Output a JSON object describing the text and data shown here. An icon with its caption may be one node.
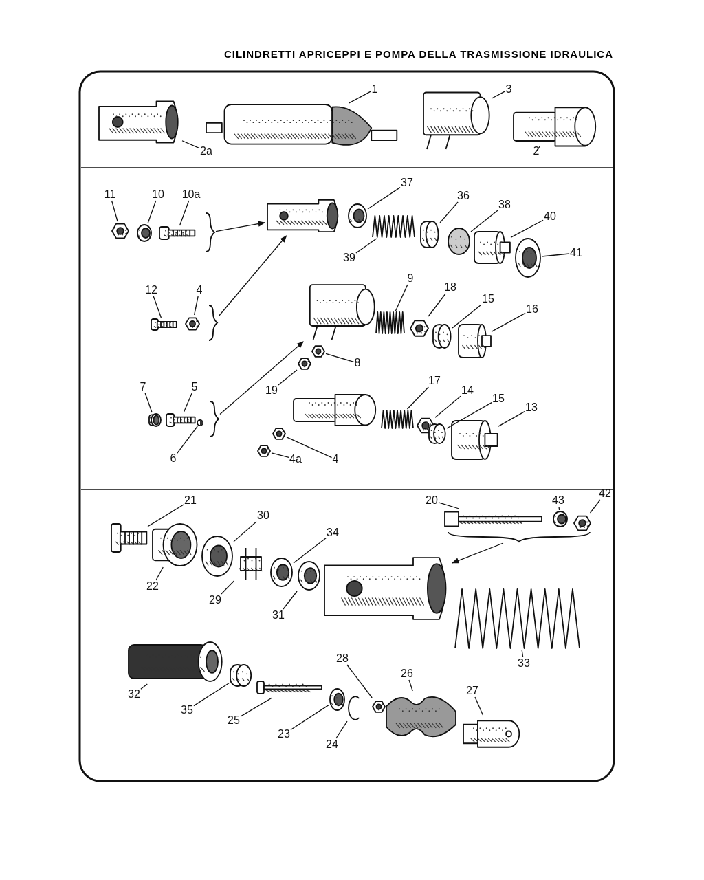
{
  "diagram": {
    "title": "CILINDRETTI APRICEPPI E POMPA DELLA TRASMISSIONE IDRAULICA",
    "nodes": [
      {
        "text": [
          "1"
        ]
      },
      {
        "text": [],
        "shape": "picture"
      },
      {
        "text": [
          "3"
        ]
      },
      {
        "text": [],
        "shape": "picture"
      },
      {
        "text": [
          "2a"
        ]
      },
      {
        "text": [],
        "shape": "picture"
      },
      {
        "text": [
          "2"
        ]
      },
      {
        "text": [],
        "shape": "picture"
      },
      {
        "text": [
          "11"
        ]
      },
      {
        "text": [],
        "shape": "picture"
      },
      {
        "text": [
          "10"
        ]
      },
      {
        "text": [],
        "shape": "picture"
      },
      {
        "text": [
          "10a"
        ]
      },
      {
        "text": [],
        "shape": "picture"
      },
      {
        "text": [],
        "shape": "bracket"
      },
      {
        "text": [],
        "shape": "picture"
      },
      {
        "text": [
          "37"
        ]
      },
      {
        "text": [],
        "shape": "picture"
      },
      {
        "text": [
          "36"
        ]
      },
      {
        "text": [],
        "shape": "picture"
      },
      {
        "text": [
          "38"
        ]
      },
      {
        "text": [],
        "shape": "picture"
      },
      {
        "text": [
          "40"
        ]
      },
      {
        "text": [],
        "shape": "picture"
      },
      {
        "text": [
          "41"
        ]
      },
      {
        "text": [],
        "shape": "picture"
      },
      {
        "text": [
          "39"
        ]
      },
      {
        "text": [],
        "shape": "picture"
      },
      {
        "text": [
          "12"
        ]
      },
      {
        "text": [],
        "shape": "picture"
      },
      {
        "text": [
          "4"
        ]
      },
      {
        "text": [],
        "shape": "picture"
      },
      {
        "text": [],
        "shape": "bracket"
      },
      {
        "text": [],
        "shape": "picture"
      },
      {
        "text": [
          "9"
        ]
      },
      {
        "text": [],
        "shape": "picture"
      },
      {
        "text": [
          "18"
        ]
      },
      {
        "text": [],
        "shape": "picture"
      },
      {
        "text": [
          "15"
        ]
      },
      {
        "text": [],
        "shape": "picture"
      },
      {
        "text": [
          "16"
        ]
      },
      {
        "text": [],
        "shape": "picture"
      },
      {
        "text": [
          "8"
        ]
      },
      {
        "text": [],
        "shape": "picture"
      },
      {
        "text": [
          "19"
        ]
      },
      {
        "text": [],
        "shape": "picture"
      },
      {
        "text": [
          "7"
        ]
      },
      {
        "text": [],
        "shape": "picture"
      },
      {
        "text": [
          "5"
        ]
      },
      {
        "text": [],
        "shape": "picture"
      },
      {
        "text": [
          "6"
        ]
      },
      {
        "text": [],
        "shape": "picture"
      },
      {
        "text": [],
        "shape": "bracket"
      },
      {
        "text": [],
        "shape": "picture"
      },
      {
        "text": [
          "17"
        ]
      },
      {
        "text": [],
        "shape": "picture"
      },
      {
        "text": [
          "14"
        ]
      },
      {
        "text": [],
        "shape": "picture"
      },
      {
        "text": [
          "15"
        ]
      },
      {
        "text": [],
        "shape": "picture"
      },
      {
        "text": [
          "13"
        ]
      },
      {
        "text": [],
        "shape": "picture"
      },
      {
        "text": [
          "4"
        ]
      },
      {
        "text": [],
        "shape": "picture"
      },
      {
        "text": [
          "4a"
        ]
      },
      {
        "text": [],
        "shape": "picture"
      },
      {
        "text": [
          "21"
        ]
      },
      {
        "text": [],
        "shape": "picture"
      },
      {
        "text": [
          "30"
        ]
      },
      {
        "text": [],
        "shape": "picture"
      },
      {
        "text": [
          "34"
        ]
      },
      {
        "text": [],
        "shape": "picture"
      },
      {
        "text": [
          "22"
        ]
      },
      {
        "text": [],
        "shape": "picture"
      },
      {
        "text": [
          "29"
        ]
      },
      {
        "text": [],
        "shape": "picture"
      },
      {
        "text": [
          "31"
        ]
      },
      {
        "text": [],
        "shape": "picture"
      },
      {
        "text": [],
        "shape": "picture"
      },
      {
        "text": [
          "20"
        ]
      },
      {
        "text": [],
        "shape": "picture"
      },
      {
        "text": [
          "43"
        ]
      },
      {
        "text": [],
        "shape": "picture"
      },
      {
        "text": [
          "42"
        ]
      },
      {
        "text": [],
        "shape": "picture"
      },
      {
        "text": [],
        "shape": "bracket"
      },
      {
        "text": [
          "33"
        ]
      },
      {
        "text": [],
        "shape": "picture"
      },
      {
        "text": [
          "32"
        ]
      },
      {
        "text": [],
        "shape": "picture"
      },
      {
        "text": [
          "35"
        ]
      },
      {
        "text": [],
        "shape": "picture"
      },
      {
        "text": [
          "25"
        ]
      },
      {
        "text": [],
        "shape": "picture"
      },
      {
        "text": [
          "23"
        ]
      },
      {
        "text": [],
        "shape": "picture"
      },
      {
        "text": [
          "24"
        ]
      },
      {
        "text": [],
        "shape": "picture"
      },
      {
        "text": [
          "28"
        ]
      },
      {
        "text": [],
        "shape": "picture"
      },
      {
        "text": [
          "26"
        ]
      },
      {
        "text": [],
        "shape": "picture"
      },
      {
        "text": [
          "27"
        ]
      },
      {
        "text": [],
        "shape": "picture"
      }
    ],
    "edges": [
      {
        "from": 0,
        "to": 1,
        "arrow": "none"
      },
      {
        "from": 2,
        "to": 3,
        "arrow": "none"
      },
      {
        "from": 4,
        "to": 5,
        "arrow": "none"
      },
      {
        "from": 6,
        "to": 7,
        "arrow": "none"
      },
      {
        "from": 8,
        "to": 9,
        "arrow": "none"
      },
      {
        "from": 10,
        "to": 11,
        "arrow": "none"
      },
      {
        "from": 12,
        "to": 13,
        "arrow": "none"
      },
      {
        "from": 14,
        "to": 15,
        "arrow": "to"
      },
      {
        "from": 16,
        "to": 17,
        "arrow": "none"
      },
      {
        "from": 18,
        "to": 19,
        "arrow": "none"
      },
      {
        "from": 20,
        "to": 21,
        "arrow": "none"
      },
      {
        "from": 22,
        "to": 23,
        "arrow": "none"
      },
      {
        "from": 24,
        "to": 25,
        "arrow": "none"
      },
      {
        "from": 26,
        "to": 27,
        "arrow": "none"
      },
      {
        "from": 28,
        "to": 29,
        "arrow": "none"
      },
      {
        "from": 30,
        "to": 31,
        "arrow": "none"
      },
      {
        "from": 32,
        "to": 15,
        "arrow": "to"
      },
      {
        "from": 34,
        "to": 35,
        "arrow": "none"
      },
      {
        "from": 36,
        "to": 37,
        "arrow": "none"
      },
      {
        "from": 38,
        "to": 39,
        "arrow": "none"
      },
      {
        "from": 40,
        "to": 41,
        "arrow": "none"
      },
      {
        "from": 42,
        "to": 43,
        "arrow": "none"
      },
      {
        "from": 44,
        "to": 45,
        "arrow": "none"
      },
      {
        "from": 46,
        "to": 47,
        "arrow": "none"
      },
      {
        "from": 48,
        "to": 49,
        "arrow": "none"
      },
      {
        "from": 50,
        "to": 51,
        "arrow": "none"
      },
      {
        "from": 52,
        "to": 33,
        "arrow": "to"
      },
      {
        "from": 54,
        "to": 55,
        "arrow": "none"
      },
      {
        "from": 56,
        "to": 57,
        "arrow": "none"
      },
      {
        "from": 58,
        "to": 59,
        "arrow": "none"
      },
      {
        "from": 60,
        "to": 61,
        "arrow": "none"
      },
      {
        "from": 62,
        "to": 63,
        "arrow": "none"
      },
      {
        "from": 64,
        "to": 65,
        "arrow": "none"
      },
      {
        "from": 66,
        "to": 67,
        "arrow": "none"
      },
      {
        "from": 68,
        "to": 69,
        "arrow": "none"
      },
      {
        "from": 70,
        "to": 71,
        "arrow": "none"
      },
      {
        "from": 72,
        "to": 73,
        "arrow": "none"
      },
      {
        "from": 74,
        "to": 75,
        "arrow": "none"
      },
      {
        "from": 76,
        "to": 77,
        "arrow": "none"
      },
      {
        "from": 79,
        "to": 80,
        "arrow": "none"
      },
      {
        "from": 81,
        "to": 82,
        "arrow": "none"
      },
      {
        "from": 83,
        "to": 84,
        "arrow": "none"
      },
      {
        "from": 85,
        "to": 78,
        "arrow": "to"
      },
      {
        "from": 86,
        "to": 87,
        "arrow": "none"
      },
      {
        "from": 88,
        "to": 89,
        "arrow": "none"
      },
      {
        "from": 90,
        "to": 91,
        "arrow": "none"
      },
      {
        "from": 92,
        "to": 93,
        "arrow": "none"
      },
      {
        "from": 94,
        "to": 95,
        "arrow": "none"
      },
      {
        "from": 96,
        "to": 97,
        "arrow": "none"
      },
      {
        "from": 98,
        "to": 99,
        "arrow": "none"
      },
      {
        "from": 100,
        "to": 101,
        "arrow": "none"
      },
      {
        "from": 102,
        "to": 103,
        "arrow": "none"
      }
    ]
  }
}
